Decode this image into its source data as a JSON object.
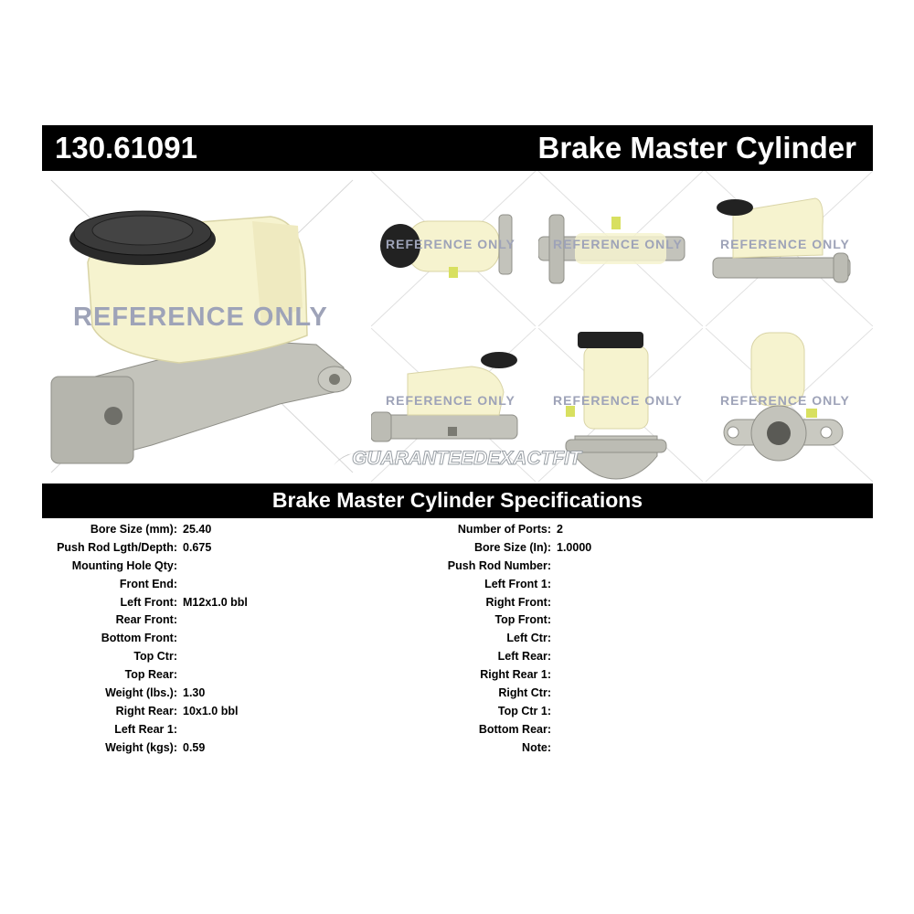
{
  "header": {
    "part_number": "130.61091",
    "product_name": "Brake Master Cylinder"
  },
  "watermark": {
    "text": "REFERENCE ONLY",
    "guarantee": "GUARANTEEDEXACTFIT"
  },
  "images": [
    {
      "view": "main-angle"
    },
    {
      "view": "left-side"
    },
    {
      "view": "top"
    },
    {
      "view": "right-side"
    },
    {
      "view": "front-side"
    },
    {
      "view": "front-end"
    },
    {
      "view": "rear-end"
    }
  ],
  "specs": {
    "title": "Brake Master Cylinder Specifications",
    "left": [
      {
        "label": "Bore Size (mm):",
        "value": "25.40"
      },
      {
        "label": "Push Rod Lgth/Depth:",
        "value": "0.675"
      },
      {
        "label": "Mounting Hole Qty:",
        "value": ""
      },
      {
        "label": "Front End:",
        "value": ""
      },
      {
        "label": "Left Front:",
        "value": "M12x1.0 bbl"
      },
      {
        "label": "Rear Front:",
        "value": ""
      },
      {
        "label": "Bottom Front:",
        "value": ""
      },
      {
        "label": "Top Ctr:",
        "value": ""
      },
      {
        "label": "Top Rear:",
        "value": ""
      },
      {
        "label": "Weight (lbs.):",
        "value": "1.30"
      },
      {
        "label": "Right Rear:",
        "value": "10x1.0 bbl"
      },
      {
        "label": "Left Rear 1:",
        "value": ""
      },
      {
        "label": "Weight (kgs):",
        "value": "0.59"
      }
    ],
    "right": [
      {
        "label": "Number of Ports:",
        "value": "2"
      },
      {
        "label": "Bore Size (In):",
        "value": "1.0000"
      },
      {
        "label": "Push Rod Number:",
        "value": ""
      },
      {
        "label": "Left Front 1:",
        "value": ""
      },
      {
        "label": "Right Front:",
        "value": ""
      },
      {
        "label": "Top Front:",
        "value": ""
      },
      {
        "label": "Left Ctr:",
        "value": ""
      },
      {
        "label": "Left Rear:",
        "value": ""
      },
      {
        "label": "Right Rear 1:",
        "value": ""
      },
      {
        "label": "Right Ctr:",
        "value": ""
      },
      {
        "label": "Top Ctr 1:",
        "value": ""
      },
      {
        "label": "Bottom Rear:",
        "value": ""
      },
      {
        "label": "Note:",
        "value": ""
      }
    ]
  },
  "colors": {
    "bar": "#000000",
    "reservoir": "#f6f3cf",
    "cap": "#1c1c1c",
    "casting": "#bcbcb4",
    "watermark": "#9ea3b8"
  }
}
